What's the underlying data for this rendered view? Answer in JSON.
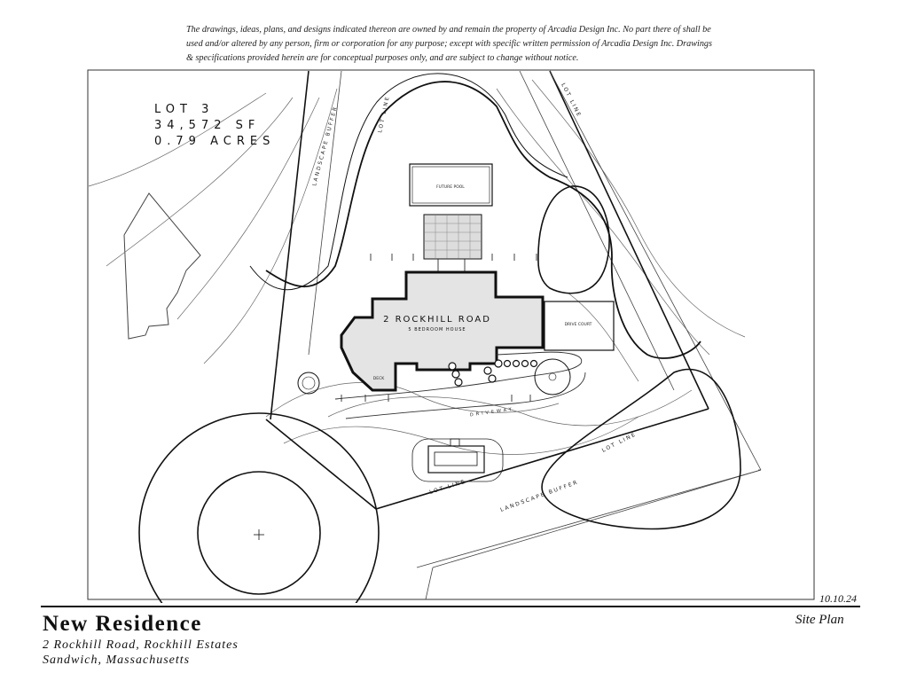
{
  "disclaimer": "The drawings, ideas, plans, and designs indicated thereon are owned by and remain the property of Arcadia Design Inc. No part there of shall be used and/or altered by any person, firm or corporation for any purpose; except with specific written permission of Arcadia Design Inc. Drawings & specifications provided herein are for conceptual purposes only, and are subject to change without notice.",
  "lot": {
    "number": "LOT 3",
    "area_sf": "34,572 SF",
    "acres": "0.79 ACRES"
  },
  "plan_labels": {
    "house_name": "2 ROCKHILL ROAD",
    "house_desc": "5 BEDROOM HOUSE",
    "future_pool": "FUTURE POOL",
    "drive_court": "DRIVE COURT",
    "driveway": "DRIVEWAY",
    "deck": "DECK",
    "lot_line": "LOT LINE",
    "landscape_buffer": "LANDSCAPE BUFFER"
  },
  "title_block": {
    "date": "10.10.24",
    "project": "New Residence",
    "address": "2 Rockhill Road, Rockhill Estates",
    "city": "Sandwich, Massachusetts",
    "sheet": "Site Plan"
  }
}
